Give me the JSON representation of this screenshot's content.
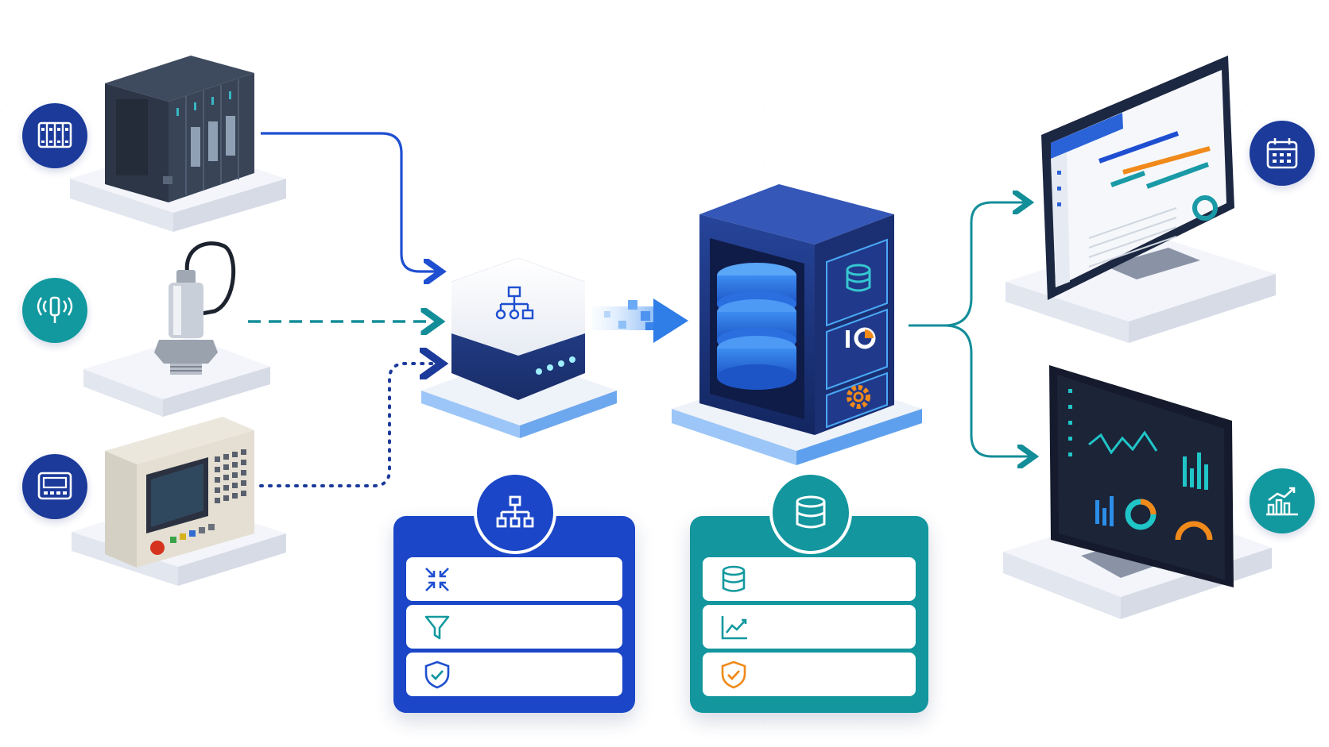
{
  "diagram": {
    "title": "",
    "sources": [
      {
        "name": "plc-rack",
        "icon": "server-rack-icon"
      },
      {
        "name": "pressure-sensor",
        "icon": "wireless-sensor-icon"
      },
      {
        "name": "cnc-controller",
        "icon": "control-panel-icon"
      }
    ],
    "gateway": {
      "icon": "network-hierarchy-icon"
    },
    "server": {
      "icons": [
        "database-icon",
        "analytics-icon",
        "gear-icon"
      ]
    },
    "outputs": [
      {
        "name": "scheduling-monitor",
        "icon": "calendar-icon"
      },
      {
        "name": "analytics-monitor",
        "icon": "trend-chart-icon"
      }
    ],
    "edge_panel": {
      "icon": "network-hierarchy-icon",
      "rows": [
        "compress-icon",
        "filter-icon",
        "shield-check-icon"
      ]
    },
    "storage_panel": {
      "icon": "database-icon",
      "rows": [
        "database-icon",
        "line-chart-icon",
        "shield-check-icon"
      ]
    },
    "colors": {
      "navy": "#1b3a9a",
      "blue": "#1f4fd1",
      "teal": "#12999f",
      "orange": "#f08a1a",
      "dark": "#1c2233"
    }
  }
}
